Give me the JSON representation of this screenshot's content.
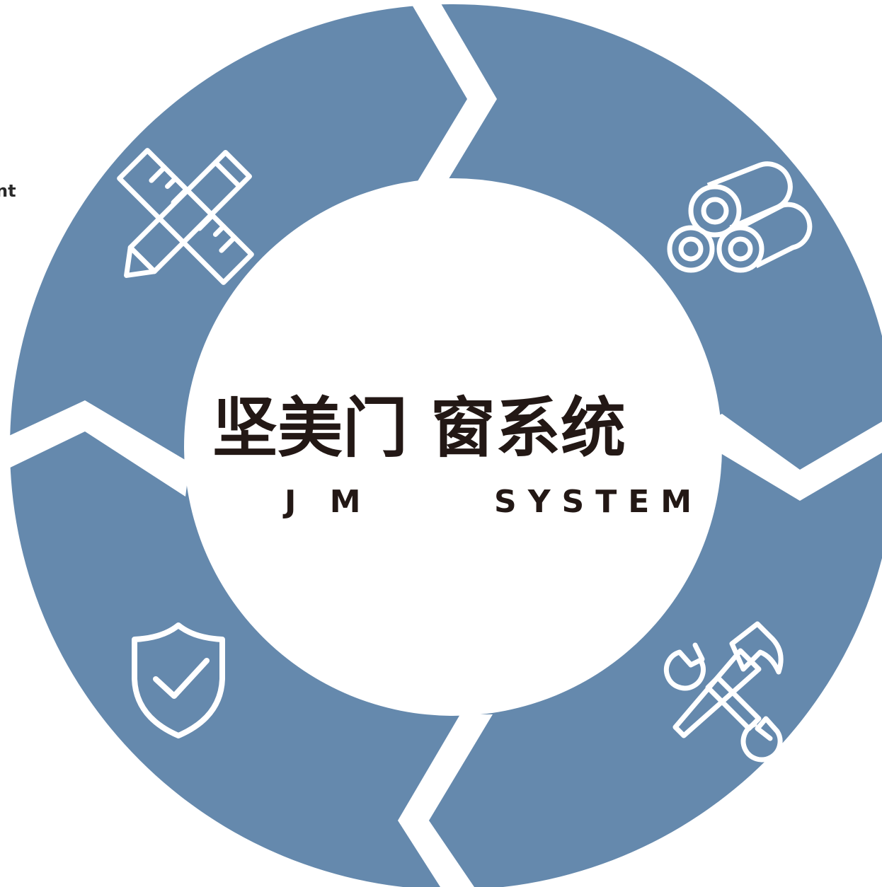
{
  "colors": {
    "ring": "#6589ad",
    "background": "#ffffff",
    "text": "#231815",
    "icon_stroke": "#ffffff"
  },
  "edge_fragment": "nt",
  "title": {
    "chinese": "坚美门 窗系统",
    "english_left": "J M",
    "english_right": "SYSTEM"
  },
  "segments": [
    {
      "icon": "ruler-pencil-icon"
    },
    {
      "icon": "pipes-icon"
    },
    {
      "icon": "wrench-hammer-icon"
    },
    {
      "icon": "shield-check-icon"
    }
  ]
}
